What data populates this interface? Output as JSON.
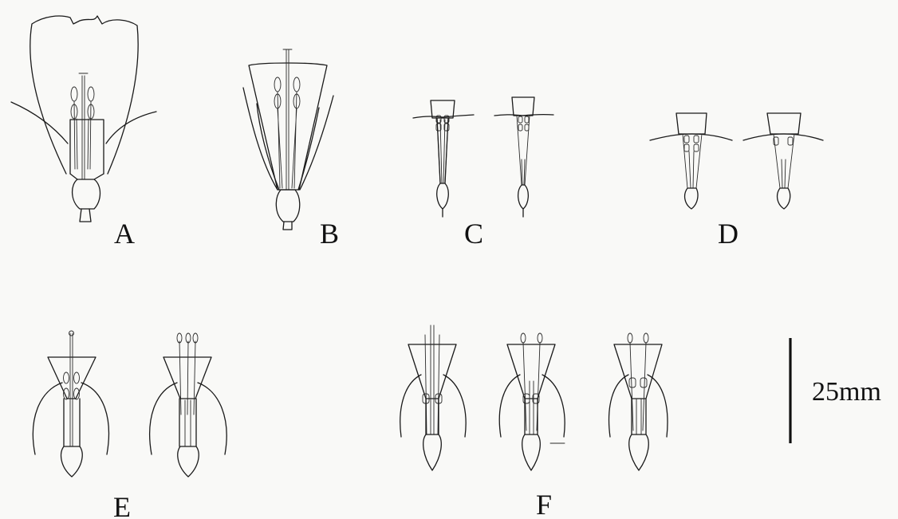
{
  "panels": {
    "a": {
      "label": "A"
    },
    "b": {
      "label": "B"
    },
    "c": {
      "label": "C"
    },
    "d": {
      "label": "D"
    },
    "e": {
      "label": "E"
    },
    "f": {
      "label": "F"
    }
  },
  "scale_bar": {
    "label": "25mm"
  },
  "colors": {
    "ink": "#1a1a1a",
    "paper": "#f9f9f7"
  }
}
